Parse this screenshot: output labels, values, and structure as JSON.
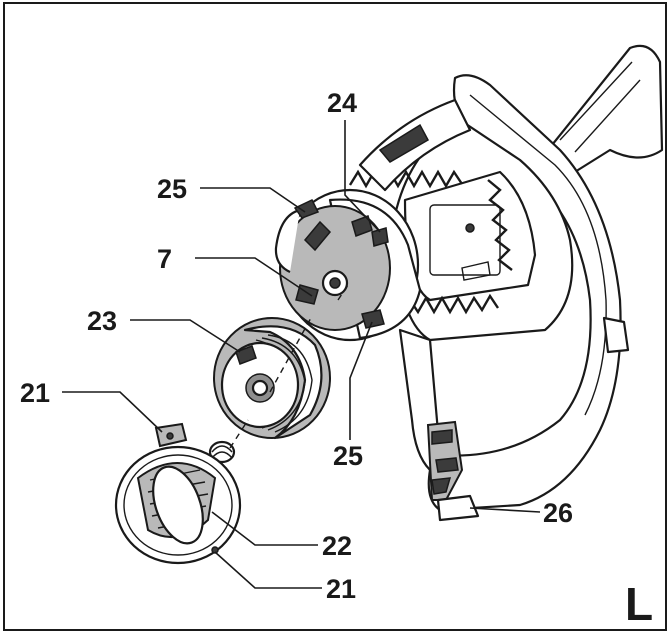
{
  "figure": {
    "letter": "L"
  },
  "callouts": [
    {
      "id": "c24-top",
      "text": "24"
    },
    {
      "id": "c25-top",
      "text": "25"
    },
    {
      "id": "c7",
      "text": "7"
    },
    {
      "id": "c23",
      "text": "23"
    },
    {
      "id": "c21-top",
      "text": "21"
    },
    {
      "id": "c25-bottom",
      "text": "25"
    },
    {
      "id": "c26",
      "text": "26"
    },
    {
      "id": "c22",
      "text": "22"
    },
    {
      "id": "c21-bottom",
      "text": "21"
    }
  ],
  "colors": {
    "line": "#1a1a1a",
    "fill_grey": "#b9b9b9",
    "fill_dark": "#3b3b3b",
    "background": "#ffffff"
  }
}
